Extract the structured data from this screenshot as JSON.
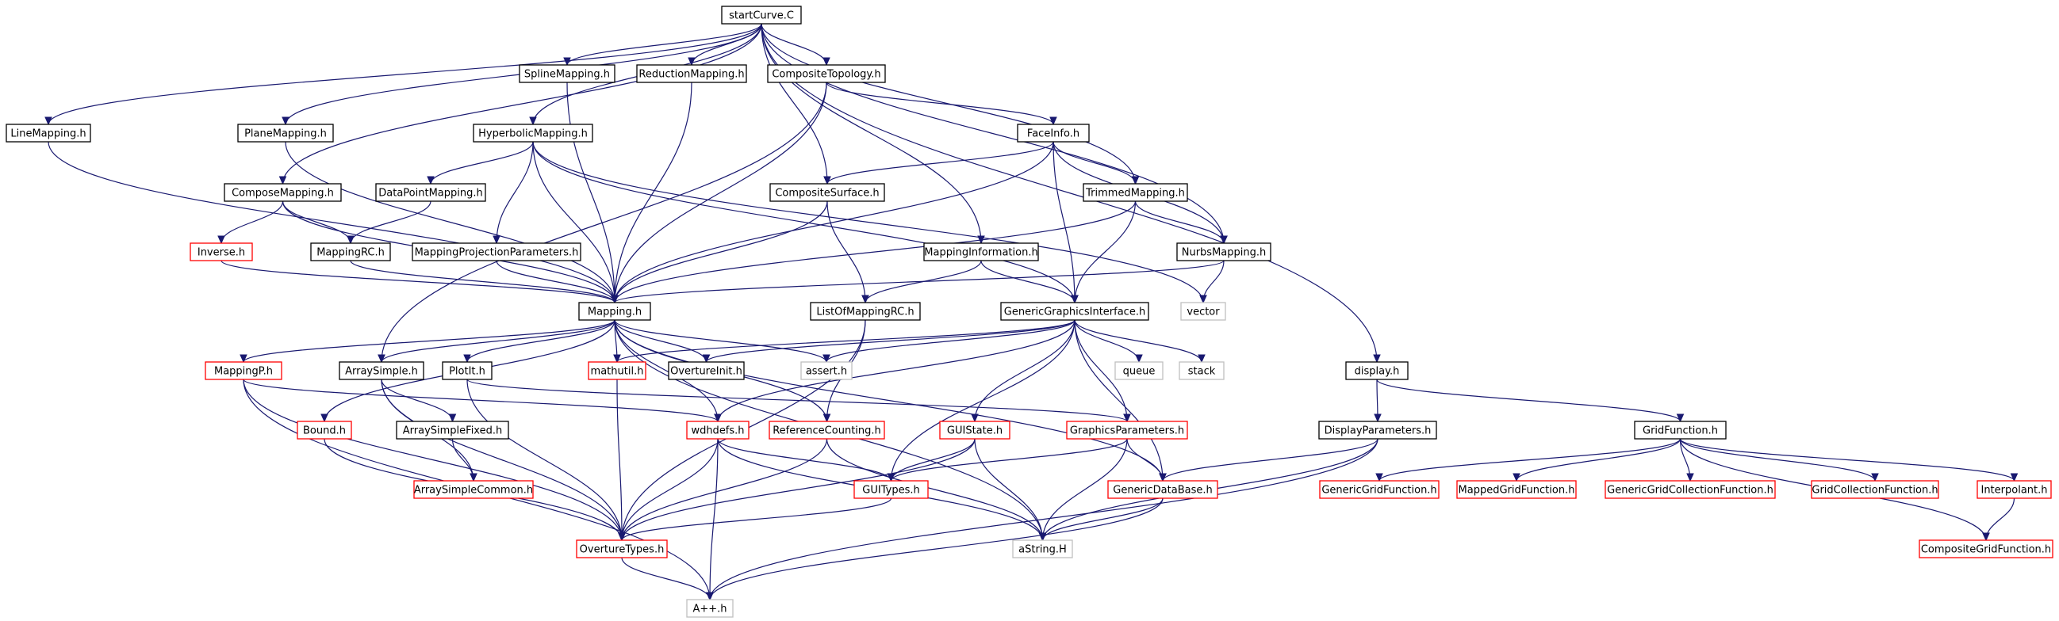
{
  "graph": {
    "title": "startCurve.C",
    "colors": {
      "edge": "#191970",
      "root_fill": "#bfbfbf",
      "documented": "#000000",
      "incomplete": "#ff0000",
      "external": "#bfbfbf"
    }
  },
  "nodes": [
    {
      "id": "startCurve",
      "label": "startCurve.C",
      "kind": "root"
    },
    {
      "id": "SplineMapping",
      "label": "SplineMapping.h",
      "kind": "documented"
    },
    {
      "id": "ReductionMapping",
      "label": "ReductionMapping.h",
      "kind": "documented"
    },
    {
      "id": "CompositeTopology",
      "label": "CompositeTopology.h",
      "kind": "documented"
    },
    {
      "id": "LineMapping",
      "label": "LineMapping.h",
      "kind": "documented"
    },
    {
      "id": "PlaneMapping",
      "label": "PlaneMapping.h",
      "kind": "documented"
    },
    {
      "id": "HyperbolicMapping",
      "label": "HyperbolicMapping.h",
      "kind": "documented"
    },
    {
      "id": "FaceInfo",
      "label": "FaceInfo.h",
      "kind": "documented"
    },
    {
      "id": "ComposeMapping",
      "label": "ComposeMapping.h",
      "kind": "documented"
    },
    {
      "id": "DataPointMapping",
      "label": "DataPointMapping.h",
      "kind": "documented"
    },
    {
      "id": "CompositeSurface",
      "label": "CompositeSurface.h",
      "kind": "documented"
    },
    {
      "id": "TrimmedMapping",
      "label": "TrimmedMapping.h",
      "kind": "documented"
    },
    {
      "id": "Inverse",
      "label": "Inverse.h",
      "kind": "incomplete"
    },
    {
      "id": "MappingRC",
      "label": "MappingRC.h",
      "kind": "documented"
    },
    {
      "id": "MappingProjectionParameters",
      "label": "MappingProjectionParameters.h",
      "kind": "documented"
    },
    {
      "id": "MappingInformation",
      "label": "MappingInformation.h",
      "kind": "documented"
    },
    {
      "id": "NurbsMapping",
      "label": "NurbsMapping.h",
      "kind": "documented"
    },
    {
      "id": "Mapping",
      "label": "Mapping.h",
      "kind": "documented"
    },
    {
      "id": "ListOfMappingRC",
      "label": "ListOfMappingRC.h",
      "kind": "documented"
    },
    {
      "id": "GenericGraphicsInterface",
      "label": "GenericGraphicsInterface.h",
      "kind": "documented"
    },
    {
      "id": "vector",
      "label": "vector",
      "kind": "external"
    },
    {
      "id": "MappingP",
      "label": "MappingP.h",
      "kind": "incomplete"
    },
    {
      "id": "ArraySimple",
      "label": "ArraySimple.h",
      "kind": "documented"
    },
    {
      "id": "PlotIt",
      "label": "PlotIt.h",
      "kind": "documented"
    },
    {
      "id": "mathutil",
      "label": "mathutil.h",
      "kind": "incomplete"
    },
    {
      "id": "OvertureInit",
      "label": "OvertureInit.h",
      "kind": "documented"
    },
    {
      "id": "assert",
      "label": "assert.h",
      "kind": "external"
    },
    {
      "id": "queue",
      "label": "queue",
      "kind": "external"
    },
    {
      "id": "stack",
      "label": "stack",
      "kind": "external"
    },
    {
      "id": "display",
      "label": "display.h",
      "kind": "documented"
    },
    {
      "id": "Bound",
      "label": "Bound.h",
      "kind": "incomplete"
    },
    {
      "id": "ArraySimpleFixed",
      "label": "ArraySimpleFixed.h",
      "kind": "documented"
    },
    {
      "id": "wdhdefs",
      "label": "wdhdefs.h",
      "kind": "incomplete"
    },
    {
      "id": "ReferenceCounting",
      "label": "ReferenceCounting.h",
      "kind": "incomplete"
    },
    {
      "id": "GUIState",
      "label": "GUIState.h",
      "kind": "incomplete"
    },
    {
      "id": "GraphicsParameters",
      "label": "GraphicsParameters.h",
      "kind": "incomplete"
    },
    {
      "id": "DisplayParameters",
      "label": "DisplayParameters.h",
      "kind": "documented"
    },
    {
      "id": "GridFunction",
      "label": "GridFunction.h",
      "kind": "documented"
    },
    {
      "id": "ArraySimpleCommon",
      "label": "ArraySimpleCommon.h",
      "kind": "incomplete"
    },
    {
      "id": "GUITypes",
      "label": "GUITypes.h",
      "kind": "incomplete"
    },
    {
      "id": "GenericDataBase",
      "label": "GenericDataBase.h",
      "kind": "incomplete"
    },
    {
      "id": "GenericGridFunction",
      "label": "GenericGridFunction.h",
      "kind": "incomplete"
    },
    {
      "id": "MappedGridFunction",
      "label": "MappedGridFunction.h",
      "kind": "incomplete"
    },
    {
      "id": "GenericGridCollectionFunction",
      "label": "GenericGridCollectionFunction.h",
      "kind": "incomplete"
    },
    {
      "id": "GridCollectionFunction",
      "label": "GridCollectionFunction.h",
      "kind": "incomplete"
    },
    {
      "id": "Interpolant",
      "label": "Interpolant.h",
      "kind": "incomplete"
    },
    {
      "id": "OvertureTypes",
      "label": "OvertureTypes.h",
      "kind": "incomplete"
    },
    {
      "id": "aString",
      "label": "aString.H",
      "kind": "external"
    },
    {
      "id": "CompositeGridFunction",
      "label": "CompositeGridFunction.h",
      "kind": "incomplete"
    },
    {
      "id": "App",
      "label": "A++.h",
      "kind": "external"
    }
  ],
  "edges": [
    [
      "startCurve",
      "SplineMapping"
    ],
    [
      "startCurve",
      "ReductionMapping"
    ],
    [
      "startCurve",
      "CompositeTopology"
    ],
    [
      "startCurve",
      "LineMapping"
    ],
    [
      "startCurve",
      "PlaneMapping"
    ],
    [
      "startCurve",
      "HyperbolicMapping"
    ],
    [
      "startCurve",
      "ComposeMapping"
    ],
    [
      "startCurve",
      "CompositeSurface"
    ],
    [
      "startCurve",
      "TrimmedMapping"
    ],
    [
      "startCurve",
      "MappingInformation"
    ],
    [
      "startCurve",
      "NurbsMapping"
    ],
    [
      "startCurve",
      "display"
    ],
    [
      "SplineMapping",
      "Mapping"
    ],
    [
      "ReductionMapping",
      "Mapping"
    ],
    [
      "CompositeTopology",
      "FaceInfo"
    ],
    [
      "CompositeTopology",
      "Mapping"
    ],
    [
      "CompositeTopology",
      "ArraySimple"
    ],
    [
      "LineMapping",
      "Mapping"
    ],
    [
      "PlaneMapping",
      "Mapping"
    ],
    [
      "HyperbolicMapping",
      "DataPointMapping"
    ],
    [
      "HyperbolicMapping",
      "MappingProjectionParameters"
    ],
    [
      "HyperbolicMapping",
      "Mapping"
    ],
    [
      "HyperbolicMapping",
      "GenericGraphicsInterface"
    ],
    [
      "HyperbolicMapping",
      "vector"
    ],
    [
      "FaceInfo",
      "CompositeSurface"
    ],
    [
      "FaceInfo",
      "TrimmedMapping"
    ],
    [
      "FaceInfo",
      "NurbsMapping"
    ],
    [
      "FaceInfo",
      "Mapping"
    ],
    [
      "FaceInfo",
      "GenericGraphicsInterface"
    ],
    [
      "ComposeMapping",
      "Inverse"
    ],
    [
      "ComposeMapping",
      "MappingRC"
    ],
    [
      "ComposeMapping",
      "Mapping"
    ],
    [
      "DataPointMapping",
      "MappingRC"
    ],
    [
      "CompositeSurface",
      "ListOfMappingRC"
    ],
    [
      "CompositeSurface",
      "Mapping"
    ],
    [
      "TrimmedMapping",
      "NurbsMapping"
    ],
    [
      "TrimmedMapping",
      "Mapping"
    ],
    [
      "TrimmedMapping",
      "GenericGraphicsInterface"
    ],
    [
      "Inverse",
      "Mapping"
    ],
    [
      "MappingRC",
      "Mapping"
    ],
    [
      "MappingProjectionParameters",
      "Mapping"
    ],
    [
      "MappingInformation",
      "ListOfMappingRC"
    ],
    [
      "MappingInformation",
      "GenericGraphicsInterface"
    ],
    [
      "NurbsMapping",
      "Mapping"
    ],
    [
      "NurbsMapping",
      "vector"
    ],
    [
      "Mapping",
      "MappingP"
    ],
    [
      "Mapping",
      "ArraySimple"
    ],
    [
      "Mapping",
      "PlotIt"
    ],
    [
      "Mapping",
      "mathutil"
    ],
    [
      "Mapping",
      "OvertureInit"
    ],
    [
      "Mapping",
      "assert"
    ],
    [
      "Mapping",
      "Bound"
    ],
    [
      "Mapping",
      "wdhdefs"
    ],
    [
      "Mapping",
      "ReferenceCounting"
    ],
    [
      "Mapping",
      "aString"
    ],
    [
      "Mapping",
      "GenericDataBase"
    ],
    [
      "ListOfMappingRC",
      "ReferenceCounting"
    ],
    [
      "ListOfMappingRC",
      "OvertureTypes"
    ],
    [
      "GenericGraphicsInterface",
      "mathutil"
    ],
    [
      "GenericGraphicsInterface",
      "OvertureInit"
    ],
    [
      "GenericGraphicsInterface",
      "assert"
    ],
    [
      "GenericGraphicsInterface",
      "queue"
    ],
    [
      "GenericGraphicsInterface",
      "stack"
    ],
    [
      "GenericGraphicsInterface",
      "wdhdefs"
    ],
    [
      "GenericGraphicsInterface",
      "GUIState"
    ],
    [
      "GenericGraphicsInterface",
      "GraphicsParameters"
    ],
    [
      "GenericGraphicsInterface",
      "GUITypes"
    ],
    [
      "GenericGraphicsInterface",
      "GenericDataBase"
    ],
    [
      "MappingP",
      "wdhdefs"
    ],
    [
      "MappingP",
      "OvertureTypes"
    ],
    [
      "MappingP",
      "App"
    ],
    [
      "ArraySimple",
      "ArraySimpleFixed"
    ],
    [
      "ArraySimple",
      "ArraySimpleCommon"
    ],
    [
      "ArraySimple",
      "OvertureTypes"
    ],
    [
      "ArraySimpleFixed",
      "ArraySimpleCommon"
    ],
    [
      "PlotIt",
      "GraphicsParameters"
    ],
    [
      "PlotIt",
      "OvertureTypes"
    ],
    [
      "mathutil",
      "OvertureTypes"
    ],
    [
      "Bound",
      "OvertureTypes"
    ],
    [
      "wdhdefs",
      "GUITypes"
    ],
    [
      "wdhdefs",
      "OvertureTypes"
    ],
    [
      "wdhdefs",
      "App"
    ],
    [
      "wdhdefs",
      "aString"
    ],
    [
      "ReferenceCounting",
      "OvertureTypes"
    ],
    [
      "ReferenceCounting",
      "aString"
    ],
    [
      "GUIState",
      "GUITypes"
    ],
    [
      "GUIState",
      "OvertureTypes"
    ],
    [
      "GUIState",
      "aString"
    ],
    [
      "GraphicsParameters",
      "GUITypes"
    ],
    [
      "GraphicsParameters",
      "GenericDataBase"
    ],
    [
      "GraphicsParameters",
      "aString"
    ],
    [
      "GUITypes",
      "OvertureTypes"
    ],
    [
      "GenericDataBase",
      "aString"
    ],
    [
      "GenericDataBase",
      "App"
    ],
    [
      "OvertureTypes",
      "App"
    ],
    [
      "display",
      "DisplayParameters"
    ],
    [
      "display",
      "GridFunction"
    ],
    [
      "DisplayParameters",
      "GenericDataBase"
    ],
    [
      "DisplayParameters",
      "aString"
    ],
    [
      "DisplayParameters",
      "App"
    ],
    [
      "GridFunction",
      "GenericGridFunction"
    ],
    [
      "GridFunction",
      "MappedGridFunction"
    ],
    [
      "GridFunction",
      "GenericGridCollectionFunction"
    ],
    [
      "GridFunction",
      "GridCollectionFunction"
    ],
    [
      "GridFunction",
      "Interpolant"
    ],
    [
      "GridFunction",
      "CompositeGridFunction"
    ],
    [
      "Interpolant",
      "CompositeGridFunction"
    ]
  ]
}
